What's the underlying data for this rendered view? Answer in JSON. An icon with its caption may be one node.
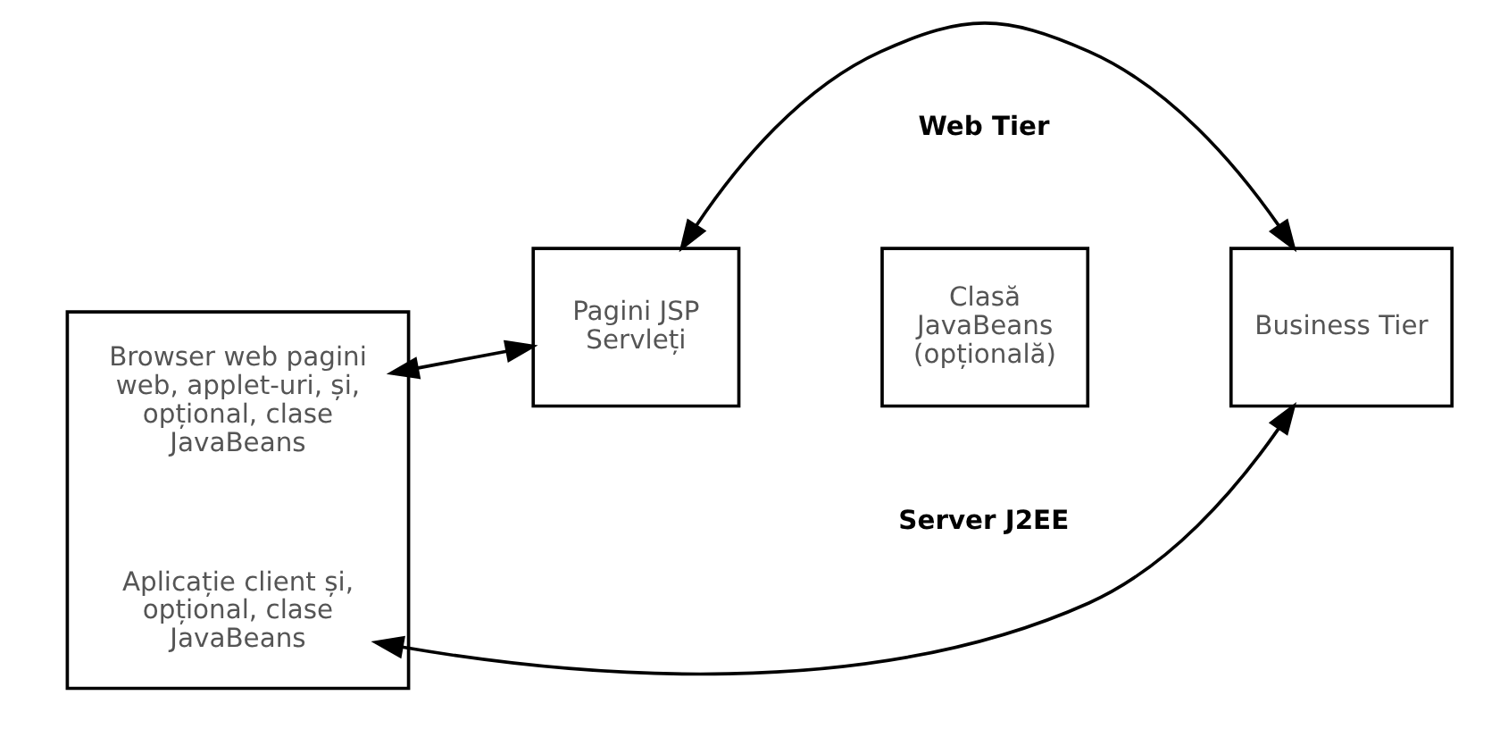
{
  "diagram": {
    "nodes": [
      {
        "text": [],
        "shape": "box"
      },
      {
        "text": [
          "Browser web pagini web, applet-uri, și, opțional, clase JavaBeans"
        ],
        "in": 0
      },
      {
        "text": [
          "Aplicație client și, opțional, clase JavaBeans"
        ],
        "in": 0
      },
      {
        "text": [
          "Pagini JSP Servleți"
        ]
      },
      {
        "text": [
          "Clasă JavaBeans (opțională)"
        ]
      },
      {
        "text": [
          "Business Tier"
        ]
      }
    ],
    "edges": [
      {
        "from": 1,
        "to": 3,
        "arrow": "both"
      },
      {
        "from": 3,
        "to": 5,
        "arrow": "both"
      },
      {
        "from": 2,
        "to": 5,
        "arrow": "both"
      }
    ],
    "labels": [
      "Web Tier",
      "Server J2EE"
    ]
  }
}
